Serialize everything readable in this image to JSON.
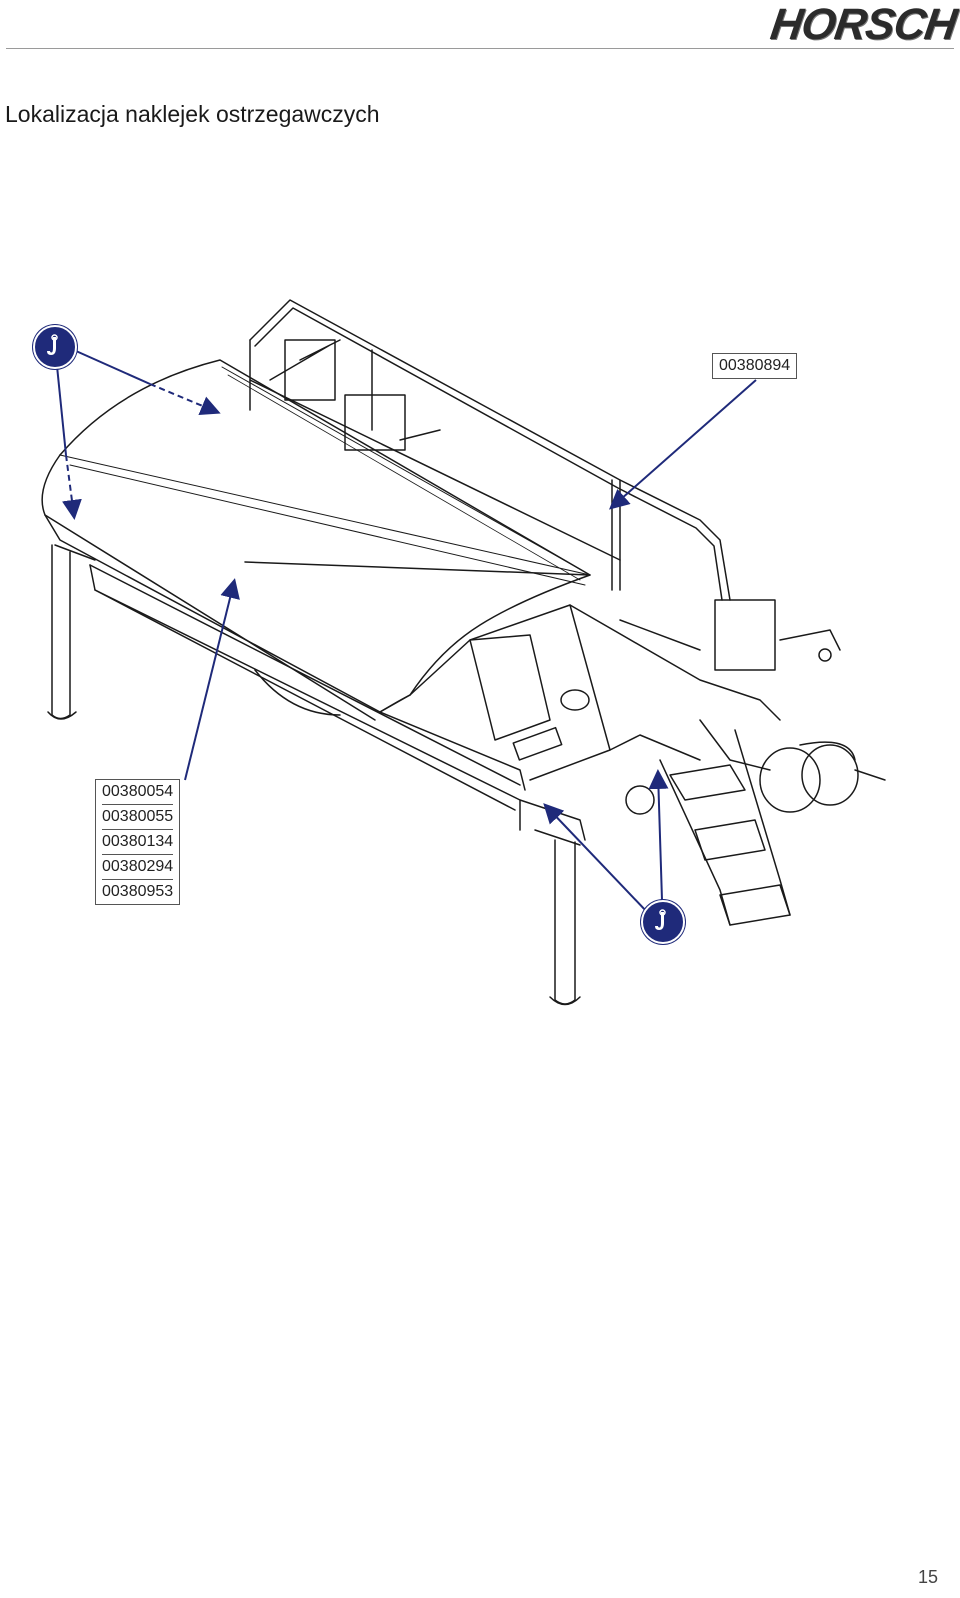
{
  "header": {
    "logo_text": "HORSCH"
  },
  "page": {
    "title": "Lokalizacja naklejek ostrzegawczych",
    "number": "15"
  },
  "figure": {
    "label_top_right": "00380894",
    "label_list": [
      "00380054",
      "00380055",
      "00380134",
      "00380294",
      "00380953"
    ],
    "badge_icon": "crane-hook-icon",
    "accent_color": "#1f2a7a"
  }
}
